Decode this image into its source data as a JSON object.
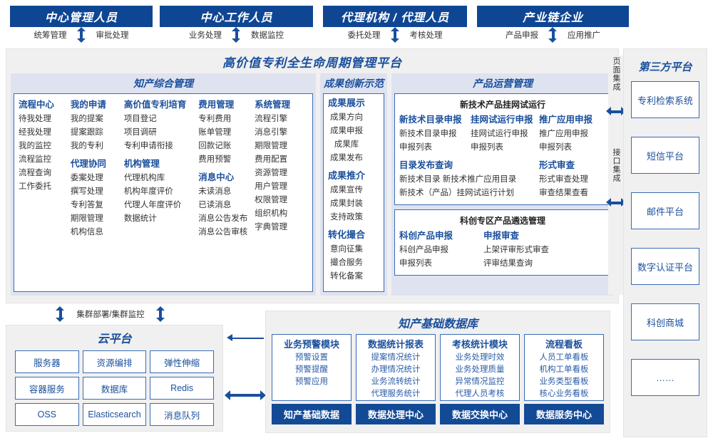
{
  "roles": [
    {
      "title": "中心管理人员",
      "left": "统筹管理",
      "right": "审批处理"
    },
    {
      "title": "中心工作人员",
      "left": "业务处理",
      "right": "数据监控"
    },
    {
      "title": "代理机构 / 代理人员",
      "left": "委托处理",
      "right": "考核处理"
    },
    {
      "title": "产业链企业",
      "left": "产品申报",
      "right": "应用推广"
    }
  ],
  "platform": {
    "title": "高价值专利全生命周期管理平台",
    "sections": [
      {
        "title": "知产综合管理",
        "columns": [
          {
            "groups": [
              {
                "head": "流程中心",
                "items": [
                  "待我处理",
                  "经我处理",
                  "我的监控",
                  "流程监控",
                  "流程查询",
                  "工作委托"
                ]
              }
            ]
          },
          {
            "groups": [
              {
                "head": "我的申请",
                "items": [
                  "我的提案",
                  "提案跟踪",
                  "我的专利"
                ]
              },
              {
                "head": "代理协同",
                "items": [
                  "委案处理",
                  "撰写处理",
                  "专利答复",
                  "期限管理",
                  "机构信息"
                ]
              }
            ]
          },
          {
            "groups": [
              {
                "head": "高价值专利培育",
                "items": [
                  "项目登记",
                  "项目调研",
                  "专利申请衔接"
                ]
              },
              {
                "head": "机构管理",
                "items": [
                  "代理机构库",
                  "机构年度评价",
                  "代理人年度评价",
                  "数据统计"
                ]
              }
            ]
          },
          {
            "groups": [
              {
                "head": "费用管理",
                "items": [
                  "专利费用",
                  "账单管理",
                  "回款记账",
                  "费用预警"
                ]
              },
              {
                "head": "消息中心",
                "items": [
                  "未读消息",
                  "已读消息",
                  "消息公告发布",
                  "消息公告审核"
                ]
              }
            ]
          },
          {
            "groups": [
              {
                "head": "系统管理",
                "items": [
                  "流程引擎",
                  "消息引擎",
                  "期限管理",
                  "费用配置",
                  "资源管理",
                  "用户管理",
                  "权限管理",
                  "组织机构",
                  "字典管理"
                ]
              }
            ]
          }
        ]
      },
      {
        "title": "成果创新示范",
        "columns": [
          {
            "groups": [
              {
                "head": "成果展示",
                "items": [
                  "成果方向",
                  "成果申报",
                  "成果库",
                  "成果发布"
                ]
              },
              {
                "head": "成果推介",
                "items": [
                  "成果宣传",
                  "成果封装",
                  "支持政策"
                ]
              },
              {
                "head": "转化撮合",
                "items": [
                  "意向征集",
                  "撮合服务",
                  "转化备案"
                ]
              }
            ]
          }
        ]
      },
      {
        "title": "产品运营管理",
        "subboxes": [
          {
            "subtitle": "新技术产品挂网试运行",
            "columns": [
              {
                "groups": [
                  {
                    "head": "新技术目录申报",
                    "items": [
                      "新技术目录申报",
                      "申报列表"
                    ]
                  },
                  {
                    "head": "目录发布查询",
                    "items": [
                      "新技术目录    新技术推广应用目录",
                      "新技术（产品）挂网试运行计划"
                    ]
                  }
                ]
              },
              {
                "groups": [
                  {
                    "head": "挂网试运行申报",
                    "items": [
                      "挂网试运行申报",
                      "申报列表"
                    ]
                  }
                ]
              },
              {
                "groups": [
                  {
                    "head": "推广应用申报",
                    "items": [
                      "推广应用申报",
                      "申报列表"
                    ]
                  },
                  {
                    "head": "形式审查",
                    "items": [
                      "形式审查处理",
                      "审查结果查看"
                    ]
                  }
                ]
              }
            ]
          },
          {
            "subtitle": "科创专区产品遴选管理",
            "columns": [
              {
                "groups": [
                  {
                    "head": "科创产品申报",
                    "items": [
                      "科创产品申报",
                      "申报列表"
                    ]
                  }
                ]
              },
              {
                "groups": [
                  {
                    "head": "申报审查",
                    "items": [
                      "上架评审形式审查",
                      "评审结果查询"
                    ]
                  }
                ]
              }
            ]
          }
        ]
      }
    ]
  },
  "integration": {
    "page": "页面集成",
    "api": "接口集成"
  },
  "third_party": {
    "title": "第三方平台",
    "items": [
      "专利检索系统",
      "短信平台",
      "邮件平台",
      "数字认证平台",
      "科创商城",
      "……"
    ]
  },
  "cluster_label": "集群部署/集群监控",
  "cloud": {
    "title": "云平台",
    "cells": [
      "服务器",
      "资源编排",
      "弹性伸缩",
      "容器服务",
      "数据库",
      "Redis",
      "OSS",
      "Elasticsearch",
      "消息队列"
    ]
  },
  "database": {
    "title": "知产基础数据库",
    "columns": [
      {
        "head": "业务预警模块",
        "items": [
          "预警设置",
          "预警提醒",
          "预警应用"
        ],
        "foot": "知产基础数据"
      },
      {
        "head": "数据统计报表",
        "items": [
          "提案情况统计",
          "办理情况统计",
          "业务流转统计",
          "代理服务统计"
        ],
        "foot": "数据处理中心"
      },
      {
        "head": "考核统计模块",
        "items": [
          "业务处理时效",
          "业务处理质量",
          "异常情况监控",
          "代理人员考核"
        ],
        "foot": "数据交换中心"
      },
      {
        "head": "流程看板",
        "items": [
          "人员工单看板",
          "机构工单看板",
          "业务类型看板",
          "核心业务看板"
        ],
        "foot": "数据服务中心"
      }
    ]
  },
  "colors": {
    "brand_blue": "#0f4694",
    "accent_blue": "#1a4f9c",
    "panel_gray": "#f0f0f0",
    "section_lavender": "#dfe3f0"
  }
}
